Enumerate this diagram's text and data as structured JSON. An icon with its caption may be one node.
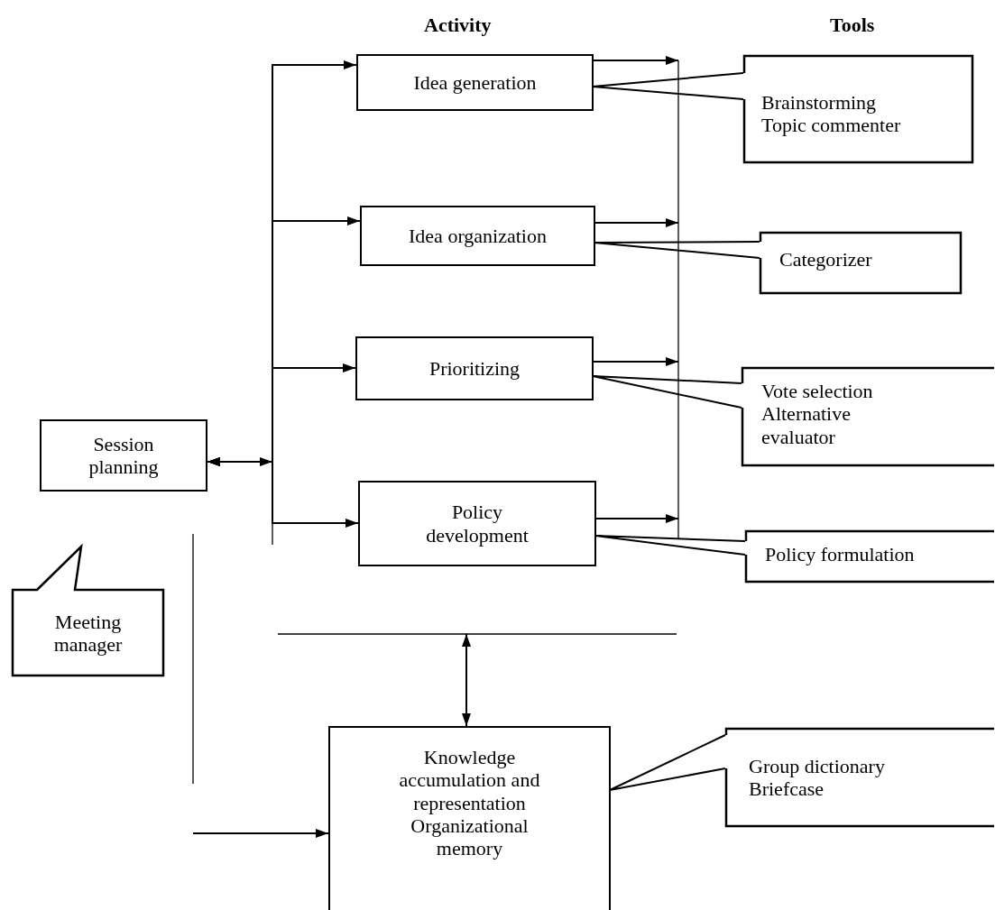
{
  "diagram": {
    "nodes": [
      {
        "text": [
          "Idea generation"
        ]
      },
      {
        "text": [
          "Brainstorming",
          "Topic commenter"
        ]
      },
      {
        "text": [
          "Idea organization"
        ]
      },
      {
        "text": [
          "Categorizer"
        ]
      },
      {
        "text": [
          "Prioritizing"
        ]
      },
      {
        "text": [
          "Vote selection",
          "Alternative evaluator"
        ]
      },
      {
        "text": [
          "Session planning"
        ]
      },
      {
        "text": [
          "Policy development"
        ]
      },
      {
        "text": [
          "Policy formulation"
        ]
      },
      {
        "text": [
          "Meeting manager"
        ]
      },
      {
        "text": [
          "Knowledge accumulation and representation",
          "Organizational memory"
        ]
      },
      {
        "text": [
          "Group dictionary",
          "Briefcase"
        ]
      }
    ],
    "edges": [
      {
        "from": 6,
        "to": 0,
        "arrow": "both"
      },
      {
        "from": 6,
        "to": 2,
        "arrow": "both"
      },
      {
        "from": 6,
        "to": 4,
        "arrow": "both"
      },
      {
        "from": 6,
        "to": 7,
        "arrow": "both"
      },
      {
        "from": 0,
        "to": null,
        "arrow": "to"
      },
      {
        "from": 2,
        "to": null,
        "arrow": "to"
      },
      {
        "from": 4,
        "to": null,
        "arrow": "to"
      },
      {
        "from": 7,
        "to": null,
        "arrow": "to"
      },
      {
        "from": 1,
        "to": 0,
        "arrow": "none"
      },
      {
        "from": 3,
        "to": 2,
        "arrow": "none"
      },
      {
        "from": 5,
        "to": 4,
        "arrow": "none"
      },
      {
        "from": 8,
        "to": 7,
        "arrow": "none"
      },
      {
        "from": 11,
        "to": 10,
        "arrow": "none"
      },
      {
        "from": null,
        "to": 10,
        "arrow": "both"
      },
      {
        "from": null,
        "to": 10,
        "arrow": "to"
      }
    ],
    "labels": [
      "Activity",
      "Tools"
    ]
  }
}
